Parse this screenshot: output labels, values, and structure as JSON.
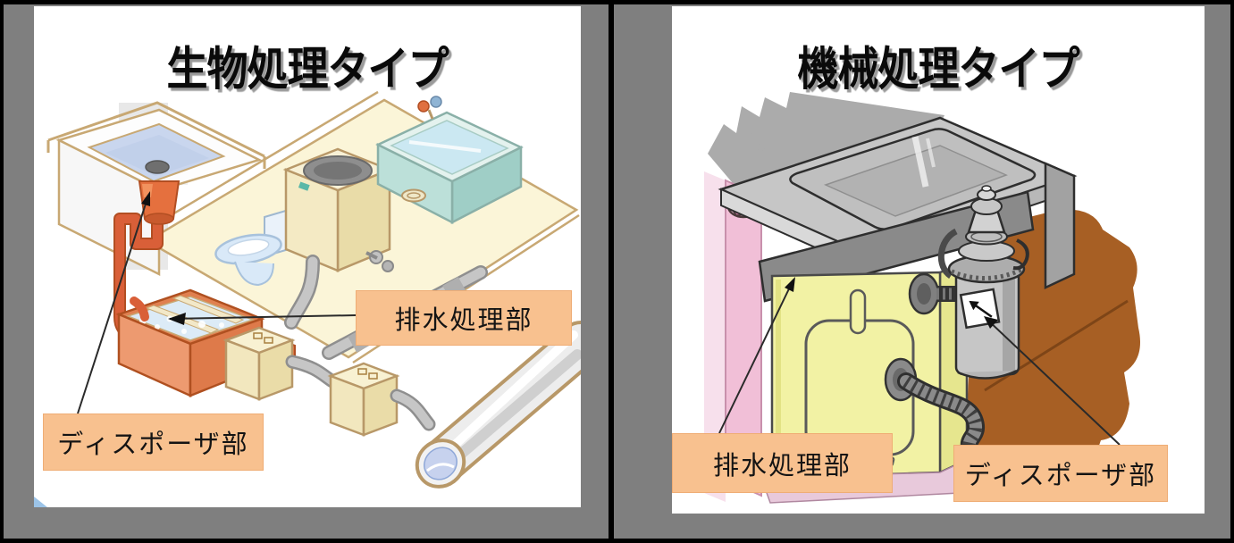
{
  "figure": {
    "description_tags": [
      "disposer-system-comparison"
    ],
    "panels": [
      {
        "id": "biological",
        "title": "生物処理タイプ",
        "labels": [
          {
            "id": "treatment",
            "text": "排水処理部"
          },
          {
            "id": "disposer",
            "text": "ディスポーザ部"
          }
        ]
      },
      {
        "id": "mechanical",
        "title": "機械処理タイプ",
        "labels": [
          {
            "id": "treatment",
            "text": "排水処理部"
          },
          {
            "id": "disposer",
            "text": "ディスポーザ部"
          }
        ]
      }
    ]
  },
  "colors": {
    "frame_border": "#000000",
    "mat_background": "#7F7F7F",
    "panel_background": "#FFFFFF",
    "callout_background": "#F8C18F",
    "title_text": "#0A0A0A",
    "floor_cream": "#FBF5D8",
    "tank_orange": "#E08050",
    "pipe_red": "#D95F38",
    "bathtub_teal": "#BCE0D9",
    "sink_gray": "#C6C6C6",
    "tank_yellow": "#F2F2A4",
    "cabinet_pink": "#F1BFD7",
    "shadow_brown": "#A75F24"
  }
}
